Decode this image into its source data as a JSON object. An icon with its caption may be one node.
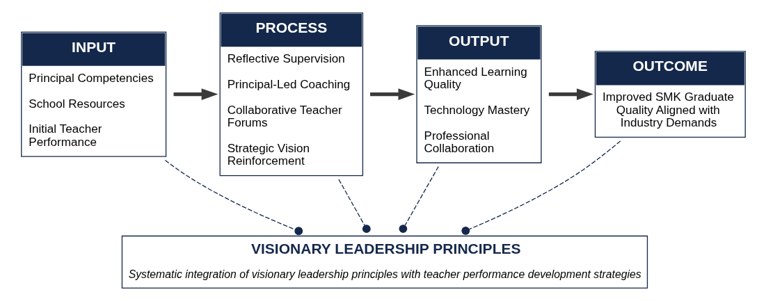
{
  "diagram": {
    "nodes": [
      {
        "text": [
          "INPUT",
          "Principal Competencies",
          "School Resources",
          "Initial Teacher Performance"
        ]
      },
      {
        "text": [
          "PROCESS",
          "Reflective Supervision",
          "Principal-Led Coaching",
          "Collaborative Teacher Forums",
          "Strategic Vision Reinforcement"
        ]
      },
      {
        "text": [
          "OUTPUT",
          "Enhanced Learning Quality",
          "Technology Mastery",
          "Professional Collaboration"
        ]
      },
      {
        "text": [
          "OUTCOME",
          "Improved SMK Graduate Quality Aligned with Industry Demands"
        ]
      },
      {
        "text": [
          "VISIONARY LEADERSHIP PRINCIPLES",
          "Systematic integration of visionary leadership principles with teacher performance development strategies"
        ]
      }
    ],
    "edges": [
      {
        "from": 0,
        "to": 1,
        "arrow": "to",
        "style": "thick"
      },
      {
        "from": 1,
        "to": 2,
        "arrow": "to",
        "style": "thick"
      },
      {
        "from": 2,
        "to": 3,
        "arrow": "to",
        "style": "thick"
      },
      {
        "from": 0,
        "to": 4,
        "arrow": "other",
        "style": "dashed"
      },
      {
        "from": 1,
        "to": 4,
        "arrow": "other",
        "style": "dashed"
      },
      {
        "from": 2,
        "to": 4,
        "arrow": "other",
        "style": "dashed"
      },
      {
        "from": 3,
        "to": 4,
        "arrow": "other",
        "style": "dashed"
      }
    ]
  }
}
